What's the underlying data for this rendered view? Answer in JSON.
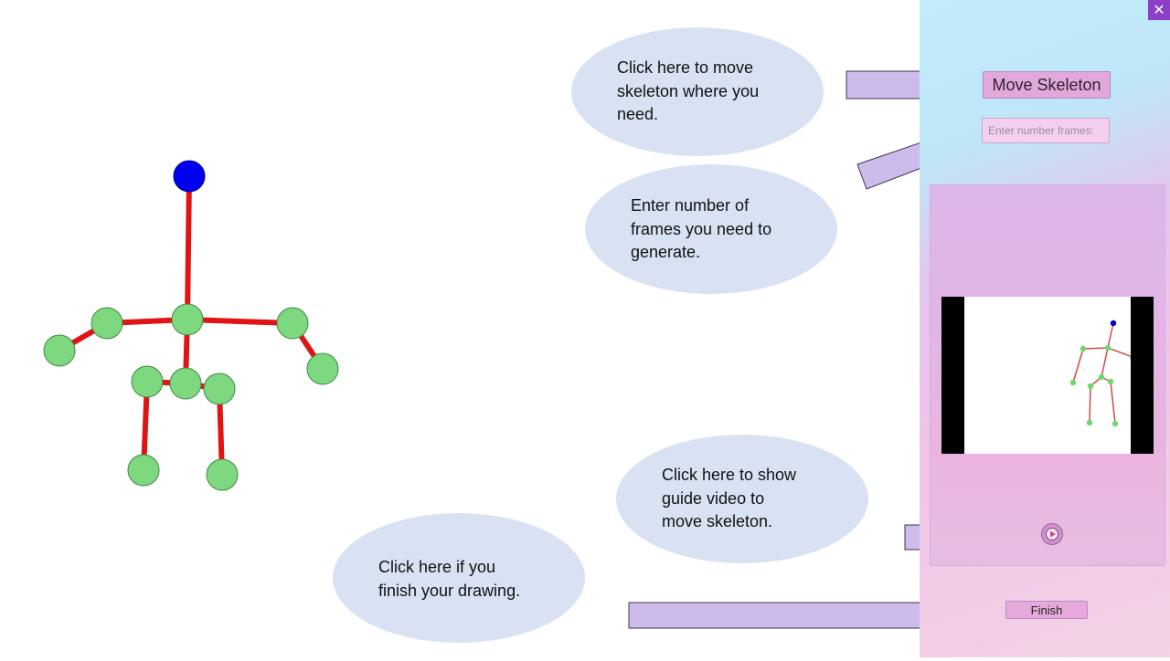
{
  "window": {
    "close_label": "✕"
  },
  "panel": {
    "move_skeleton_label": "Move Skeleton",
    "frames_placeholder": "Enter number frames:",
    "finish_label": "Finish"
  },
  "callouts": {
    "move_skeleton": [
      "Click here to move",
      "skeleton where you",
      "need."
    ],
    "enter_frames": [
      "Enter number of",
      "frames you need to",
      "generate."
    ],
    "guide_video": [
      "Click here to show",
      "guide video to",
      "move skeleton."
    ],
    "finish": [
      "Click here if you",
      "finish your drawing."
    ]
  },
  "colors": {
    "bone": "#e01414",
    "joint": "#7dd87f",
    "head": "#0000ee",
    "callout_bg": "#d9e2f3",
    "arrow_fill": "#cdbbec"
  },
  "icons": {
    "play": "play-circle-icon",
    "close": "close-icon"
  }
}
